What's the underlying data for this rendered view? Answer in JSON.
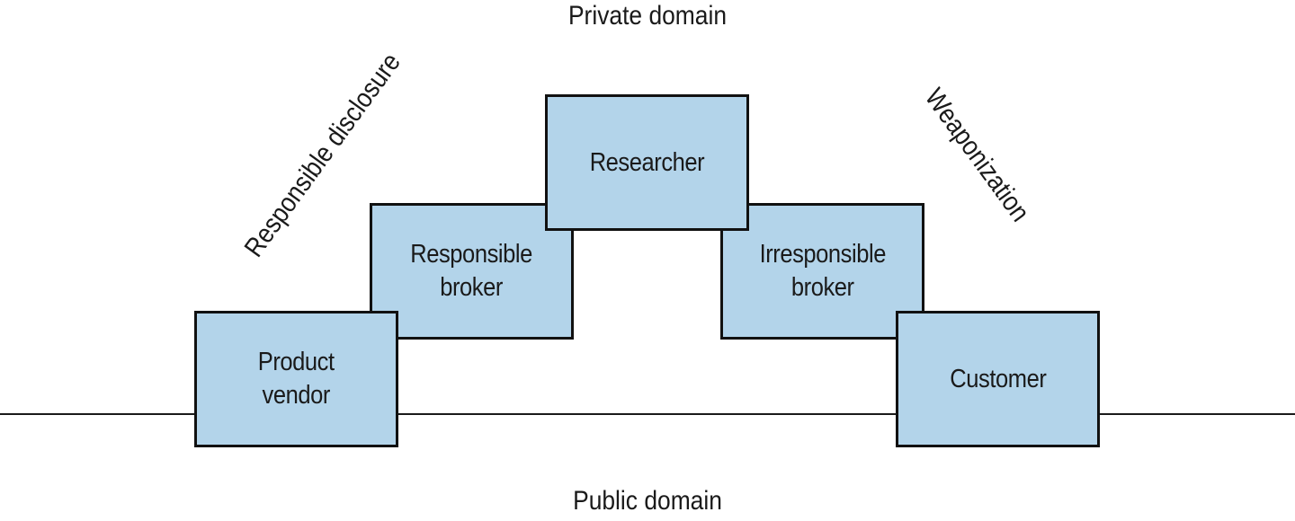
{
  "top_label": "Private domain",
  "bottom_label": "Public domain",
  "left_flow_label": "Responsible disclosure",
  "right_flow_label": "Weaponization",
  "boxes": {
    "researcher": "Researcher",
    "responsible_broker": "Responsible\nbroker",
    "irresponsible_broker": "Irresponsible\nbroker",
    "product_vendor": "Product\nvendor",
    "customer": "Customer"
  },
  "colors": {
    "box_fill": "#b3d4ea",
    "box_border": "#111111",
    "line": "#1a1a1a"
  }
}
